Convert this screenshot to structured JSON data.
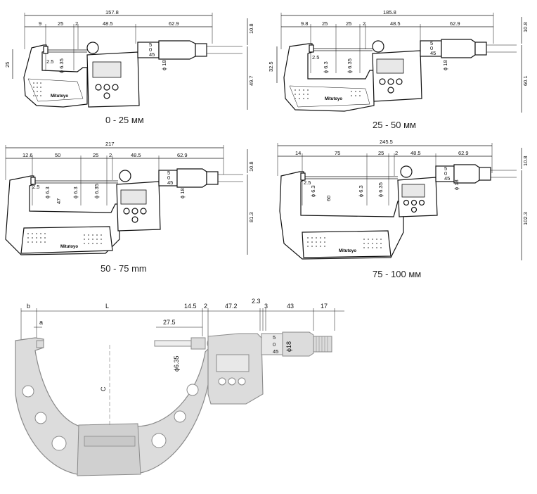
{
  "colors": {
    "line": "#111111",
    "frame_fill_bottom": "#dcdcdc",
    "frame_stroke_bottom": "#8a8a8a",
    "lcd": "#e8e8e8"
  },
  "brand": "Mitutoyo",
  "panels": [
    {
      "id": "p1",
      "caption": "0 - 25 мм",
      "overall": "157.8",
      "top_dims": [
        "9",
        "25",
        "2",
        "48.5",
        "62.9"
      ],
      "right_dims": [
        "10.8",
        "49.7"
      ],
      "left_dims": [
        "25"
      ],
      "inner_dims": [
        "2.5",
        "ϕ 6.35",
        "ϕ 18"
      ],
      "spindle_marks": [
        "5",
        "0",
        "45"
      ]
    },
    {
      "id": "p2",
      "caption": "25 - 50 мм",
      "overall": "185.8",
      "top_dims": [
        "9.8",
        "25",
        "25",
        "2",
        "48.5",
        "62.9"
      ],
      "right_dims": [
        "10.8",
        "60.1"
      ],
      "left_dims": [
        "32.5"
      ],
      "inner_dims": [
        "2.5",
        "ϕ 6.3",
        "ϕ 6.35",
        "ϕ 18"
      ],
      "spindle_marks": [
        "5",
        "0",
        "45"
      ]
    },
    {
      "id": "p3",
      "caption": "50 - 75 mm",
      "overall": "217",
      "top_dims": [
        "12.6",
        "50",
        "25",
        "2",
        "48.5",
        "62.9"
      ],
      "right_dims": [
        "10.8",
        "81.3"
      ],
      "left_dims": [],
      "inner_dims": [
        "2.5",
        "ϕ 6.3",
        "47",
        "ϕ 6.3",
        "ϕ 6.35",
        "ϕ 18"
      ],
      "spindle_marks": [
        "5",
        "0",
        "45"
      ]
    },
    {
      "id": "p4",
      "caption": "75 - 100 мм",
      "overall": "245.5",
      "top_dims": [
        "14",
        "75",
        "25",
        "2",
        "48.5",
        "62.9"
      ],
      "right_dims": [
        "10.8",
        "102.3"
      ],
      "left_dims": [],
      "inner_dims": [
        "2.5",
        "ϕ 6.3",
        "60",
        "ϕ 6.3",
        "ϕ 6.35",
        "ϕ 18"
      ],
      "spindle_marks": [
        "5",
        "0",
        "45"
      ]
    }
  ],
  "bottom": {
    "top_dims": [
      "b",
      "L",
      "14.5",
      "2",
      "47.2",
      "2.3",
      "3",
      "43",
      "17"
    ],
    "sub_dims": [
      "a",
      "27.5"
    ],
    "inner_dims": [
      "ϕ6.35",
      "ϕ18",
      "C"
    ],
    "spindle_marks": [
      "5",
      "0",
      "45"
    ]
  }
}
